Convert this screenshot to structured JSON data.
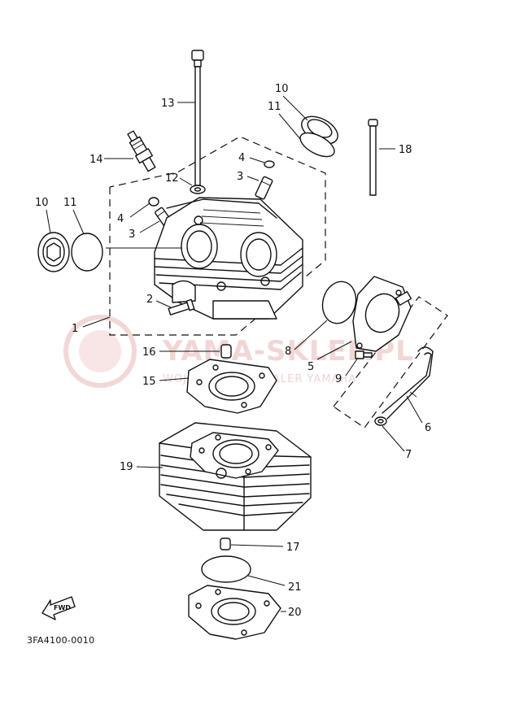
{
  "diagram": {
    "code": "3FA4100-0010",
    "fwd_label": "FWD",
    "watermark": {
      "brand": "YAMA-SKLEP.PL",
      "tagline": "WOJ   TECH   CZ   |   DEALER   YAMAHA",
      "color": "#e8b6b6"
    },
    "callouts": {
      "p1": "1",
      "p2": "2",
      "p3a": "3",
      "p3b": "3",
      "p4a": "4",
      "p4b": "4",
      "p5": "5",
      "p6": "6",
      "p7": "7",
      "p8": "8",
      "p9": "9",
      "p10a": "10",
      "p10b": "10",
      "p11a": "11",
      "p11b": "11",
      "p12": "12",
      "p13": "13",
      "p14": "14",
      "p15": "15",
      "p16": "16",
      "p17": "17",
      "p18": "18",
      "p19": "19",
      "p20": "20",
      "p21": "21"
    }
  }
}
